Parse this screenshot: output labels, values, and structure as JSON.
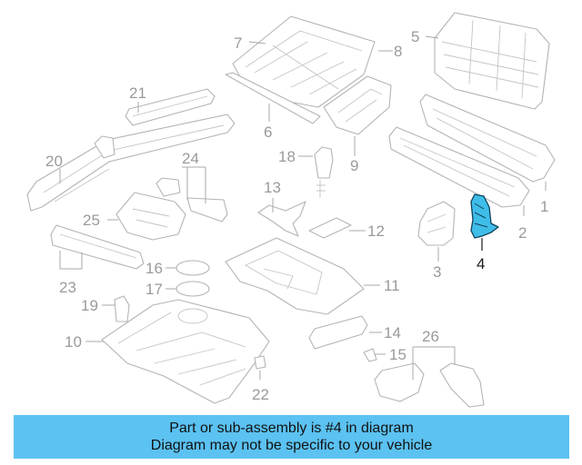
{
  "diagram": {
    "callouts": [
      "1",
      "2",
      "3",
      "4",
      "5",
      "6",
      "7",
      "8",
      "9",
      "10",
      "11",
      "12",
      "13",
      "14",
      "15",
      "16",
      "17",
      "18",
      "19",
      "20",
      "21",
      "22",
      "23",
      "24",
      "25",
      "26"
    ],
    "highlighted_callout": "4",
    "colors": {
      "highlight_fill": "#3fbde9",
      "line_gray": "#b4b4b4",
      "label_gray": "#9a9a9a",
      "banner_bg": "#5bc2f2"
    }
  },
  "banner": {
    "line1": "Part or sub-assembly is #4 in diagram",
    "line2": "Diagram may not be specific to your vehicle"
  }
}
